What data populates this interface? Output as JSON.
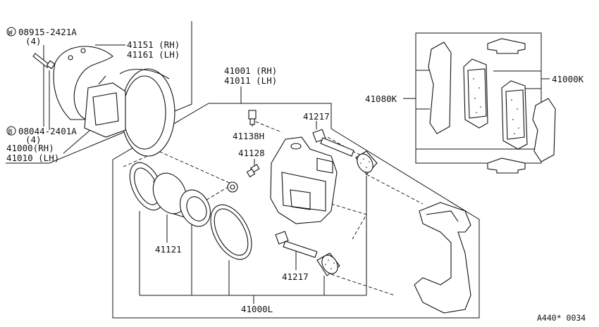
{
  "labels": {
    "bolt_w": "08915-2421A",
    "bolt_w_qty": "(4)",
    "bolt_w_marker": "W",
    "plate_rh": "41151 (RH)",
    "plate_lh": "41161 (LH)",
    "bolt_b": "08044-2401A",
    "bolt_b_qty": "(4)",
    "bolt_b_marker": "B",
    "assy_rh": "41000(RH)",
    "assy_lh": "41010 (LH)",
    "caliper_rh": "41001 (RH)",
    "caliper_lh": "41011 (LH)",
    "bleeder_bolt": "41138H",
    "bleeder_screw": "41128",
    "pin_upper": "41217",
    "pin_lower": "41217",
    "piston": "41121",
    "seal_kit": "41000L",
    "pad_kit": "41000K",
    "pad_set": "41080K",
    "ref_code": "A440* 0034"
  }
}
